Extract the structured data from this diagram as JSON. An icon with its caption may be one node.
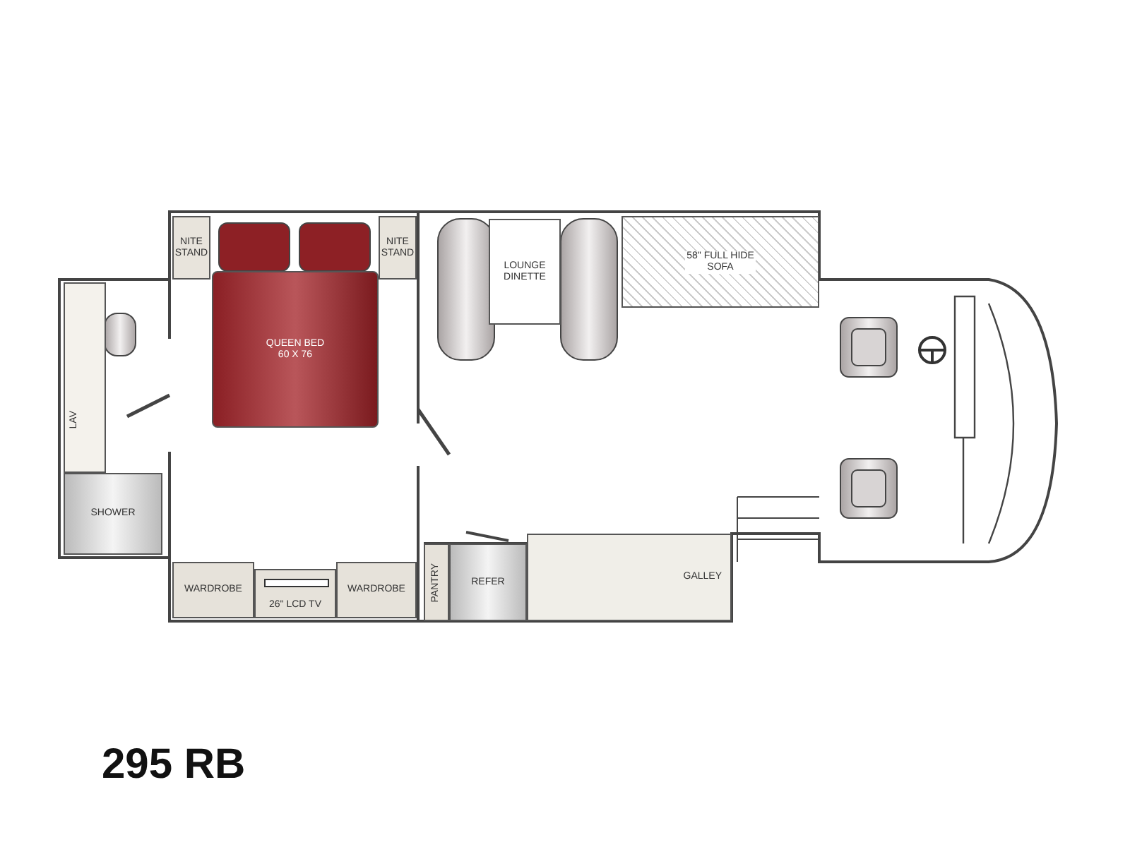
{
  "diagram": {
    "title": "295 RB",
    "nodes": [
      {
        "text": [
          "NITE STAND"
        ]
      },
      {
        "text": [
          "QUEEN BED 60 X 76"
        ]
      },
      {
        "text": [
          "NITE STAND"
        ]
      },
      {
        "text": [
          "LOUNGE DINETTE"
        ]
      },
      {
        "text": [
          "58\" FULL HIDE SOFA"
        ]
      },
      {
        "text": [
          "LAV"
        ]
      },
      {
        "text": [
          "SHOWER"
        ]
      },
      {
        "text": [
          "WARDROBE"
        ]
      },
      {
        "text": [
          "26\" LCD TV"
        ]
      },
      {
        "text": [
          "WARDROBE"
        ]
      },
      {
        "text": [
          "PANTRY"
        ]
      },
      {
        "text": [
          "REFER"
        ]
      },
      {
        "text": [
          "GALLEY"
        ]
      }
    ],
    "edges": []
  }
}
